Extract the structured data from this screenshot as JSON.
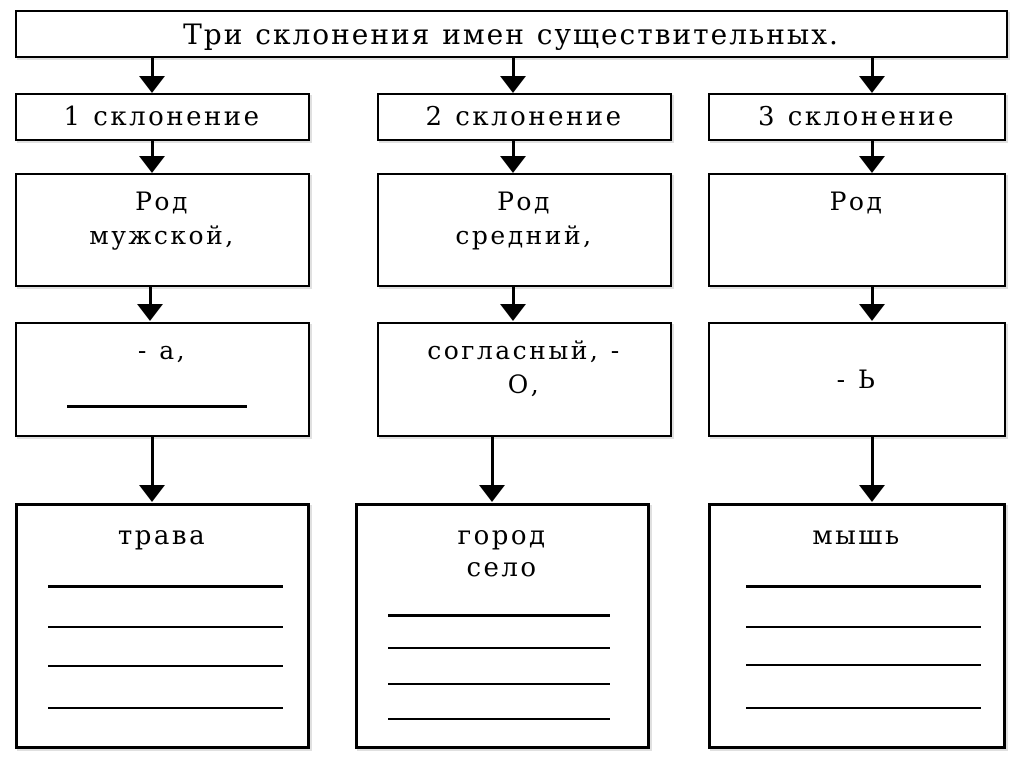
{
  "diagram": {
    "title": "Три склонения имен существительных.",
    "columns": [
      {
        "header": "1 склонение",
        "gender_line1": "Род",
        "gender_line2": "мужской,",
        "ending_line1": "- а,",
        "example_word1": "трава"
      },
      {
        "header": "2 склонение",
        "gender_line1": "Род",
        "gender_line2": "средний,",
        "ending_line1": "согласный, -",
        "ending_line2": "О,",
        "example_word1": "город",
        "example_word2": "село"
      },
      {
        "header": "3 склонение",
        "gender_line1": "Род",
        "ending_line1": "- Ь",
        "example_word1": "мышь"
      }
    ]
  }
}
